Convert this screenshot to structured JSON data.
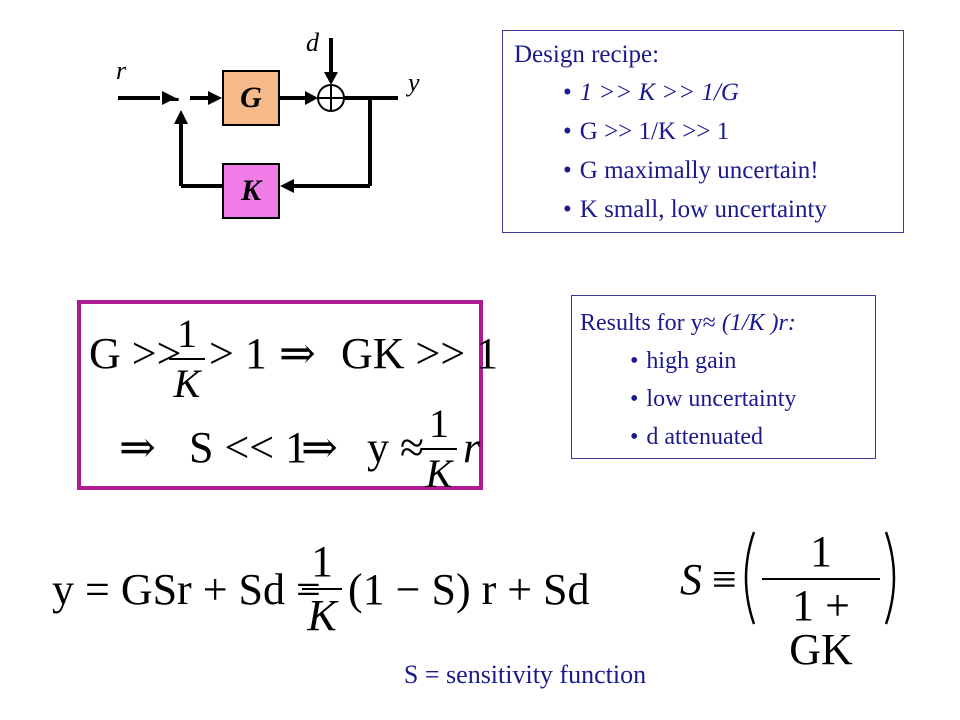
{
  "diagram": {
    "block_g_label": "G",
    "block_k_label": "K",
    "input_label": "r",
    "disturbance_label": "d",
    "output_label": "y",
    "minus_sign": "-"
  },
  "recipe": {
    "title": "Design recipe:",
    "items": [
      "1 >> K >> 1/G",
      "G >> 1/K >> 1",
      "G maximally uncertain!",
      "K small, low uncertainty"
    ]
  },
  "results": {
    "title_prefix": "Results for y",
    "title_approx": "≈",
    "title_suffix": " (1/K )r:",
    "items": [
      "high gain",
      "low uncertainty",
      "d attenuated"
    ]
  },
  "equations": {
    "line1_left": "G >>",
    "line1_frac_num": "1",
    "line1_frac_den": "K",
    "line1_right": "> 1",
    "implies": "⇒",
    "line1_result": "GK >> 1",
    "line2_s": "S << 1",
    "line2_y": "y ≈",
    "line2_frac_num": "1",
    "line2_frac_den": "K",
    "line2_r": "r",
    "main_left": "y = GSr + Sd =",
    "main_frac_num": "1",
    "main_frac_den": "K",
    "main_right": "(1 − S) r + Sd",
    "s_def_left": "S",
    "s_def_sym": "≡",
    "s_def_num": "1",
    "s_def_den": "1 + GK"
  },
  "caption": "S = sensitivity function"
}
